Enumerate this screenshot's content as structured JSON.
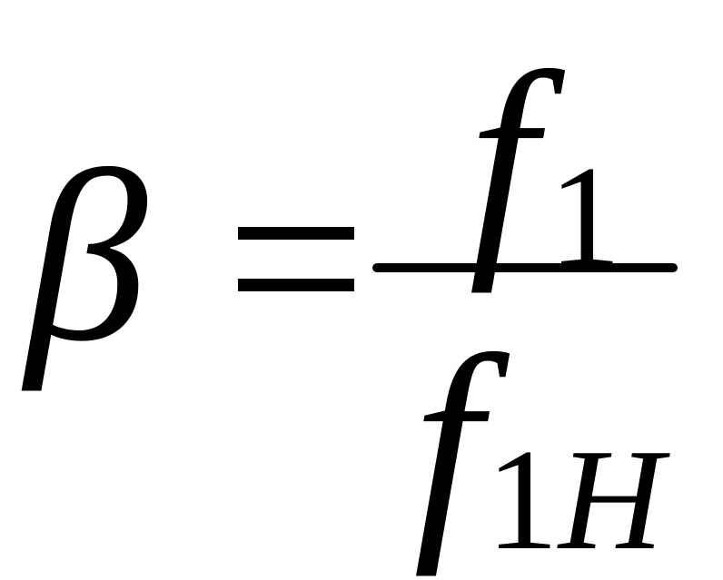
{
  "formula": {
    "lhs": "β",
    "equals": "=",
    "numerator": {
      "variable": "f",
      "subscript": "1"
    },
    "denominator": {
      "variable": "f",
      "subscript_number": "1",
      "subscript_letter": "H"
    }
  }
}
